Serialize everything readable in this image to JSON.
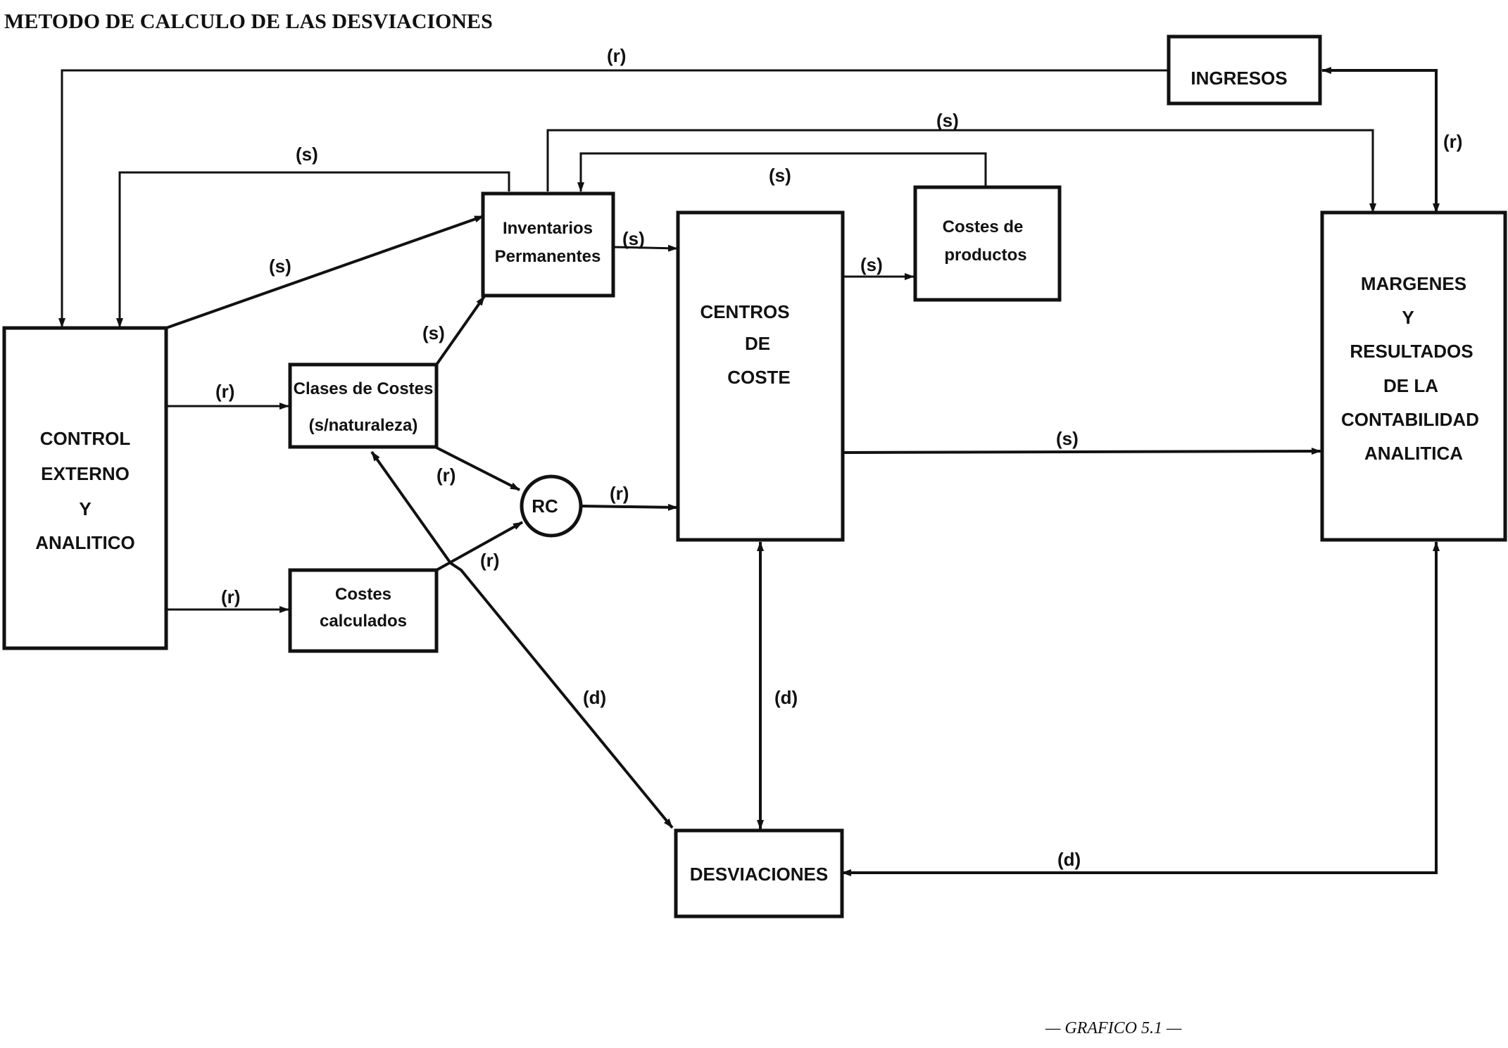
{
  "title": "METODO DE CALCULO DE LAS DESVIACIONES",
  "caption": "— GRAFICO 5.1 —",
  "nodes": {
    "control": [
      "CONTROL",
      "EXTERNO",
      "Y",
      "ANALITICO"
    ],
    "ingresos": [
      "INGRESOS"
    ],
    "inventarios": [
      "Inventarios",
      "Permanentes"
    ],
    "clases": [
      "Clases de Costes",
      "(s/naturaleza)"
    ],
    "calculados": [
      "Costes",
      "calculados"
    ],
    "rc": [
      "RC"
    ],
    "centros": [
      "CENTROS",
      "DE",
      "COSTE"
    ],
    "productos": [
      "Costes de",
      "productos"
    ],
    "margenes": [
      "MARGENES",
      "Y",
      "RESULTADOS",
      "DE LA",
      "CONTABILIDAD",
      "ANALITICA"
    ],
    "desviaciones": [
      "DESVIACIONES"
    ]
  },
  "edge_labels": {
    "r": "(r)",
    "s": "(s)",
    "d": "(d)"
  }
}
